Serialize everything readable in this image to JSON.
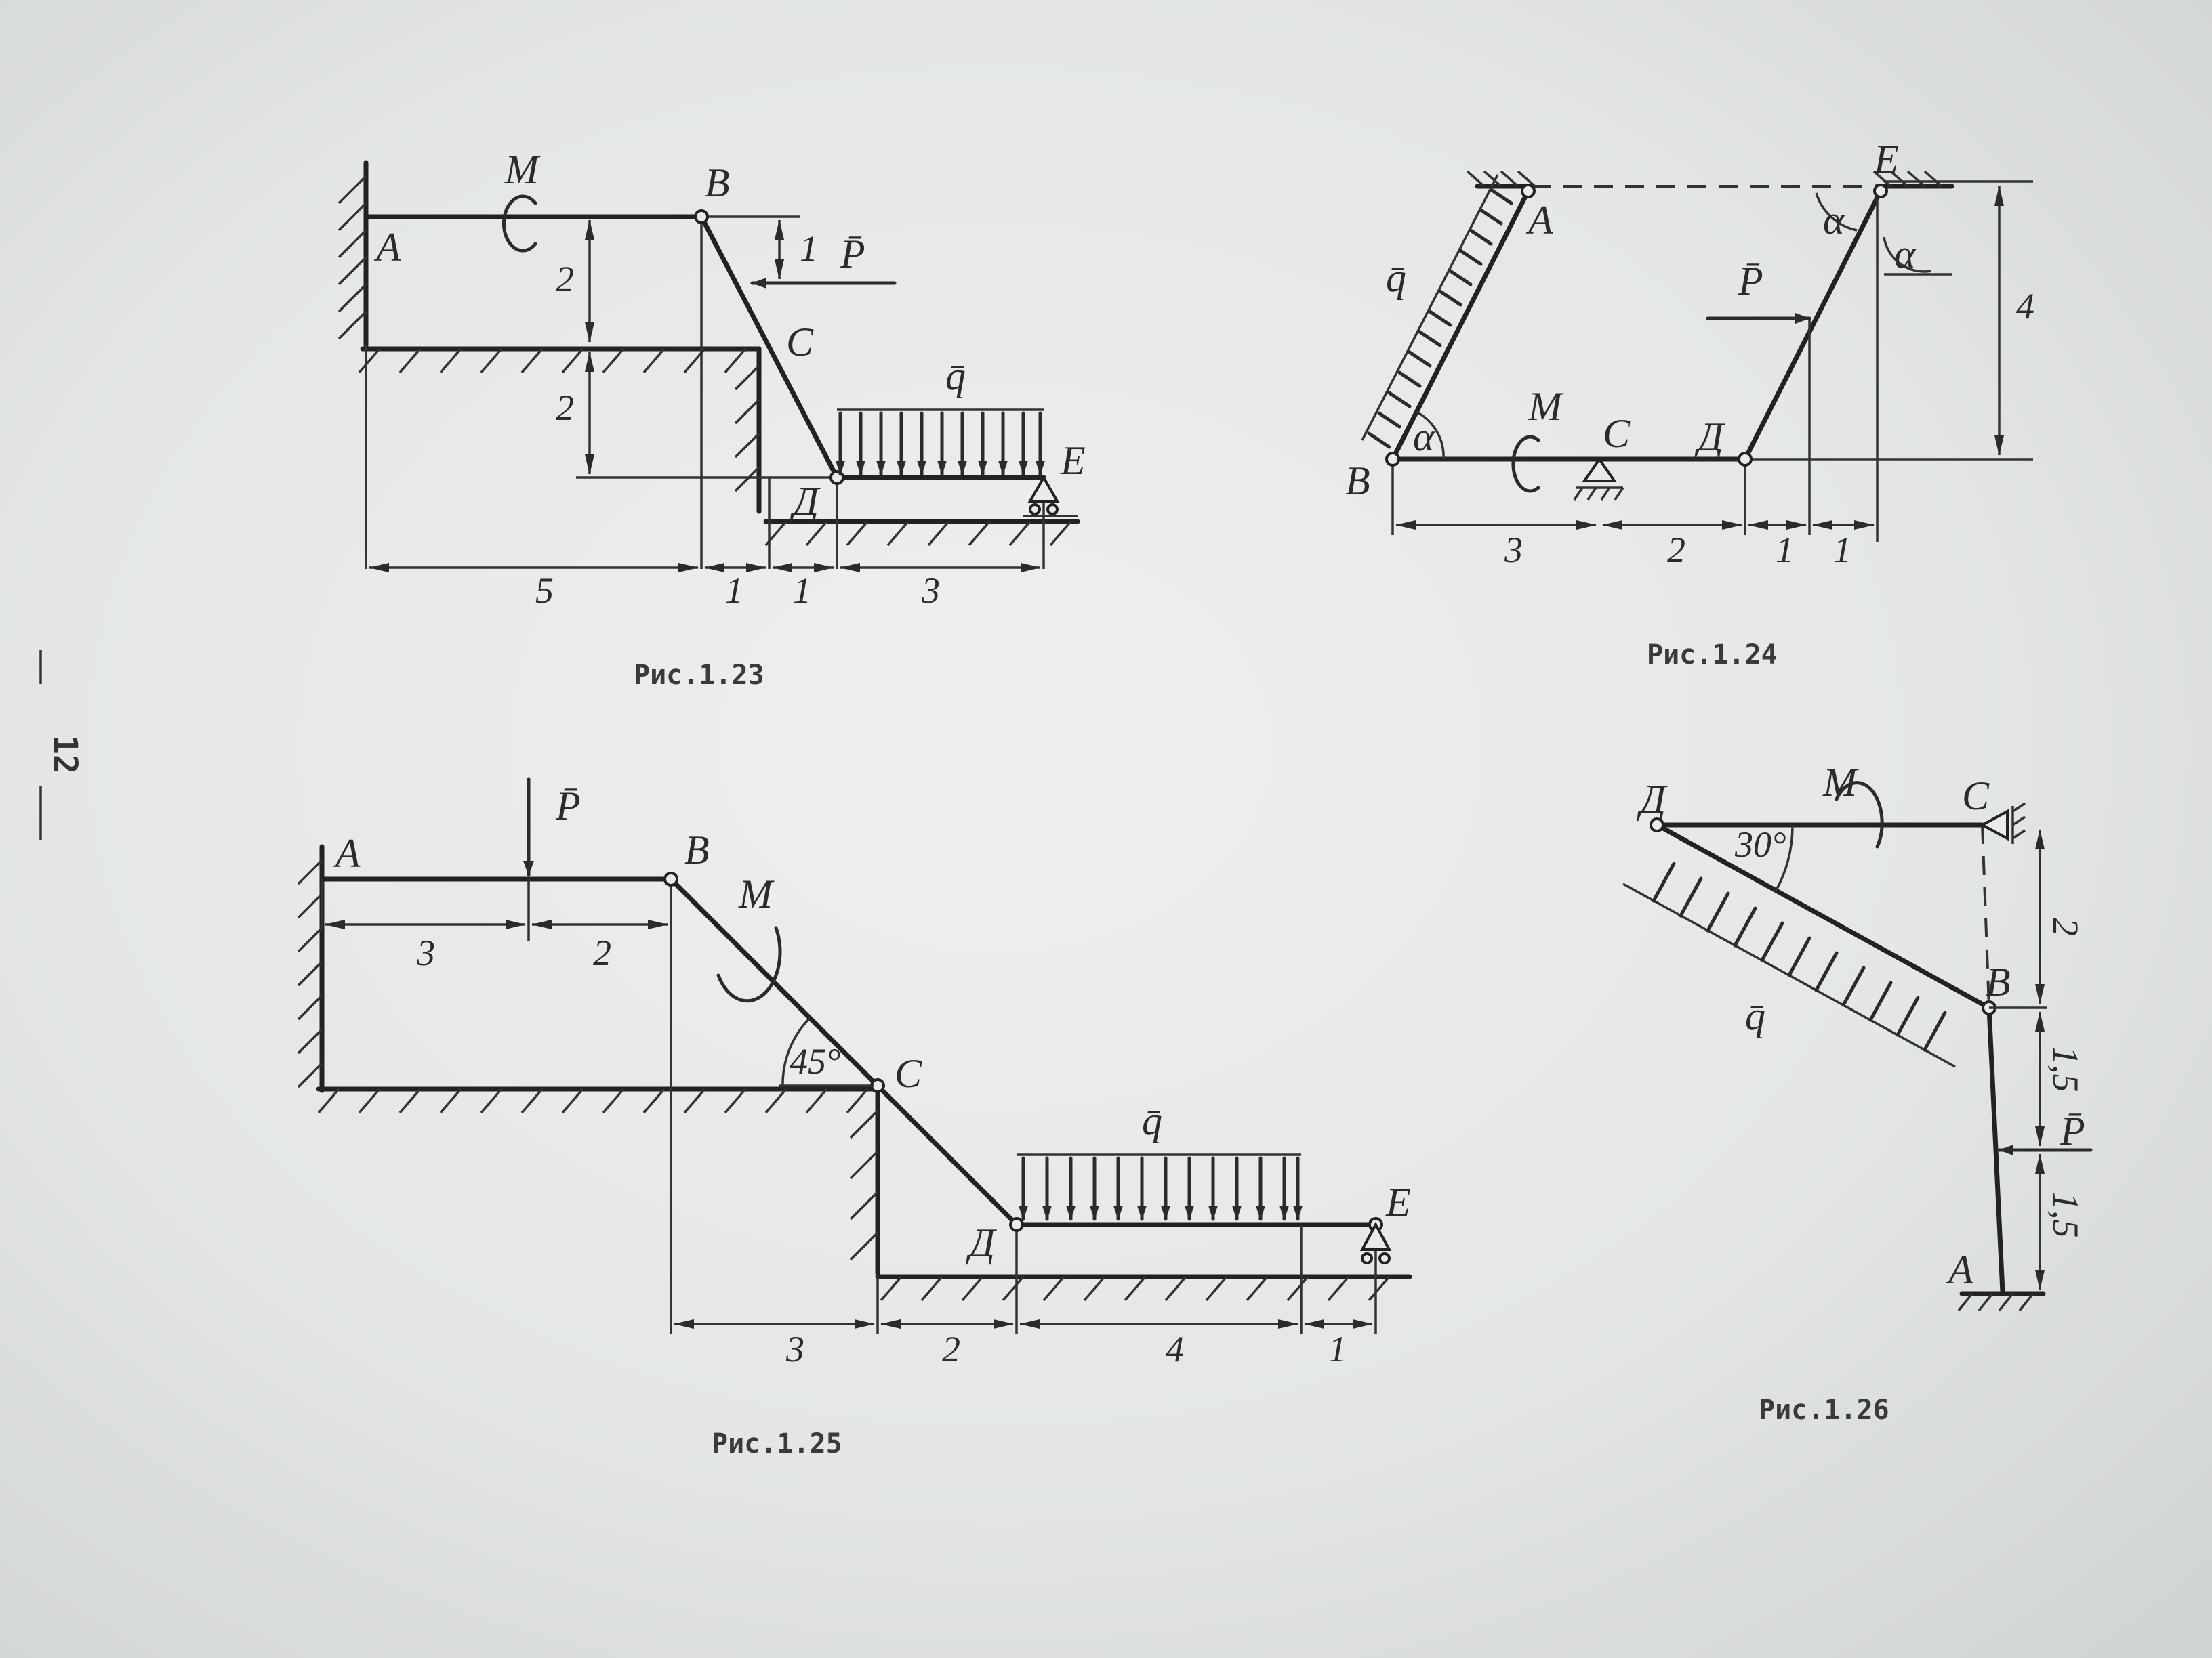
{
  "page_number": "12",
  "figures": [
    {
      "id": "fig-1-23",
      "caption": "Рис.1.23",
      "labels": {
        "A": "A",
        "B": "B",
        "C": "C",
        "D": "Д",
        "E": "E",
        "M": "M",
        "P": "P̄",
        "q": "q̄"
      },
      "dims_vertical": [
        "1",
        "2",
        "2"
      ],
      "dims_horizontal": [
        "5",
        "1",
        "1",
        "3"
      ]
    },
    {
      "id": "fig-1-24",
      "caption": "Рис.1.24",
      "labels": {
        "A": "A",
        "B": "B",
        "C": "C",
        "D": "Д",
        "E": "E",
        "M": "M",
        "P": "P̄",
        "q": "q̄",
        "alpha": "α"
      },
      "dims_vertical": [
        "4"
      ],
      "dims_horizontal": [
        "3",
        "2",
        "1",
        "1"
      ]
    },
    {
      "id": "fig-1-25",
      "caption": "Рис.1.25",
      "labels": {
        "A": "A",
        "B": "B",
        "C": "C",
        "D": "Д",
        "E": "E",
        "M": "M",
        "P": "P̄",
        "q": "q̄"
      },
      "angle": "45°",
      "dims_top": [
        "3",
        "2"
      ],
      "dims_horizontal": [
        "3",
        "2",
        "4",
        "1"
      ]
    },
    {
      "id": "fig-1-26",
      "caption": "Рис.1.26",
      "labels": {
        "A": "A",
        "B": "B",
        "C": "C",
        "D": "Д",
        "M": "M",
        "P": "P̄",
        "q": "q̄"
      },
      "angle": "30°",
      "dims_vertical": [
        "2",
        "1,5",
        "1,5"
      ]
    }
  ]
}
